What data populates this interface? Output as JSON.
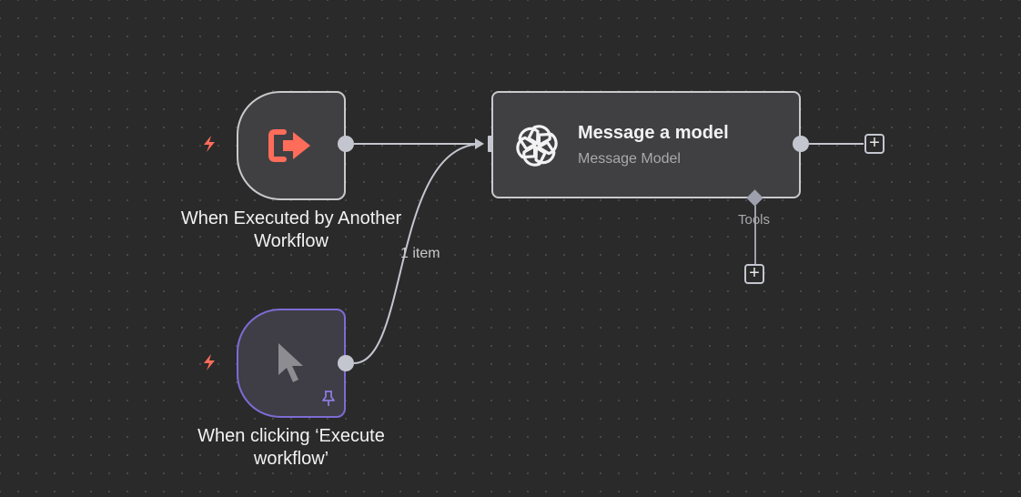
{
  "canvas": {
    "background": "#2a2a2a",
    "accent_trigger": "#ff6d5a",
    "accent_selected": "#7c6cd4"
  },
  "nodes": {
    "executed_trigger": {
      "label": "When Executed by Another Workflow",
      "icon": "sign-out-arrow-icon",
      "trigger_icon": "lightning-bolt-icon"
    },
    "manual_trigger": {
      "label": "When clicking ‘Execute workflow’",
      "icon": "mouse-pointer-icon",
      "trigger_icon": "lightning-bolt-icon",
      "pinned_icon": "pin-icon"
    },
    "message_model": {
      "title": "Message a model",
      "subtitle": "Message Model",
      "icon": "openai-logo-icon",
      "tools_label": "Tools"
    }
  },
  "connections": {
    "manual_to_model_label": "1 item"
  },
  "add_buttons": {
    "output_label": "+",
    "tools_label": "+"
  }
}
